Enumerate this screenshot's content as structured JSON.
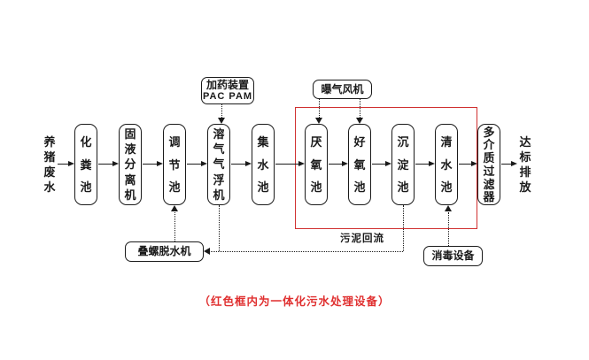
{
  "diagram": {
    "source_label": "养猪废水",
    "sink_label": "达标排放",
    "main_boxes": [
      {
        "label": "化粪池"
      },
      {
        "label": "固液分离机"
      },
      {
        "label": "调节池"
      },
      {
        "label": "溶气气浮机"
      },
      {
        "label": "集水池"
      },
      {
        "label": "厌氧池"
      },
      {
        "label": "好氧池"
      },
      {
        "label": "沉淀池"
      },
      {
        "label": "清水池"
      },
      {
        "label": "多介质过滤器"
      }
    ],
    "dosing_box": {
      "line1": "加药装置",
      "line2": "PAC PAM"
    },
    "blower_box": {
      "label": "曝气风机"
    },
    "dewatering_box": {
      "label": "叠螺脱水机"
    },
    "disinfection_box": {
      "label": "消毒设备"
    },
    "sludge_return_label": "污泥回流",
    "caption": "（红色框内为一体化污水处理设备）",
    "colors": {
      "line_color": "#1a1a1a",
      "highlight_frame": "#d03030",
      "caption_color": "#e03030"
    }
  }
}
